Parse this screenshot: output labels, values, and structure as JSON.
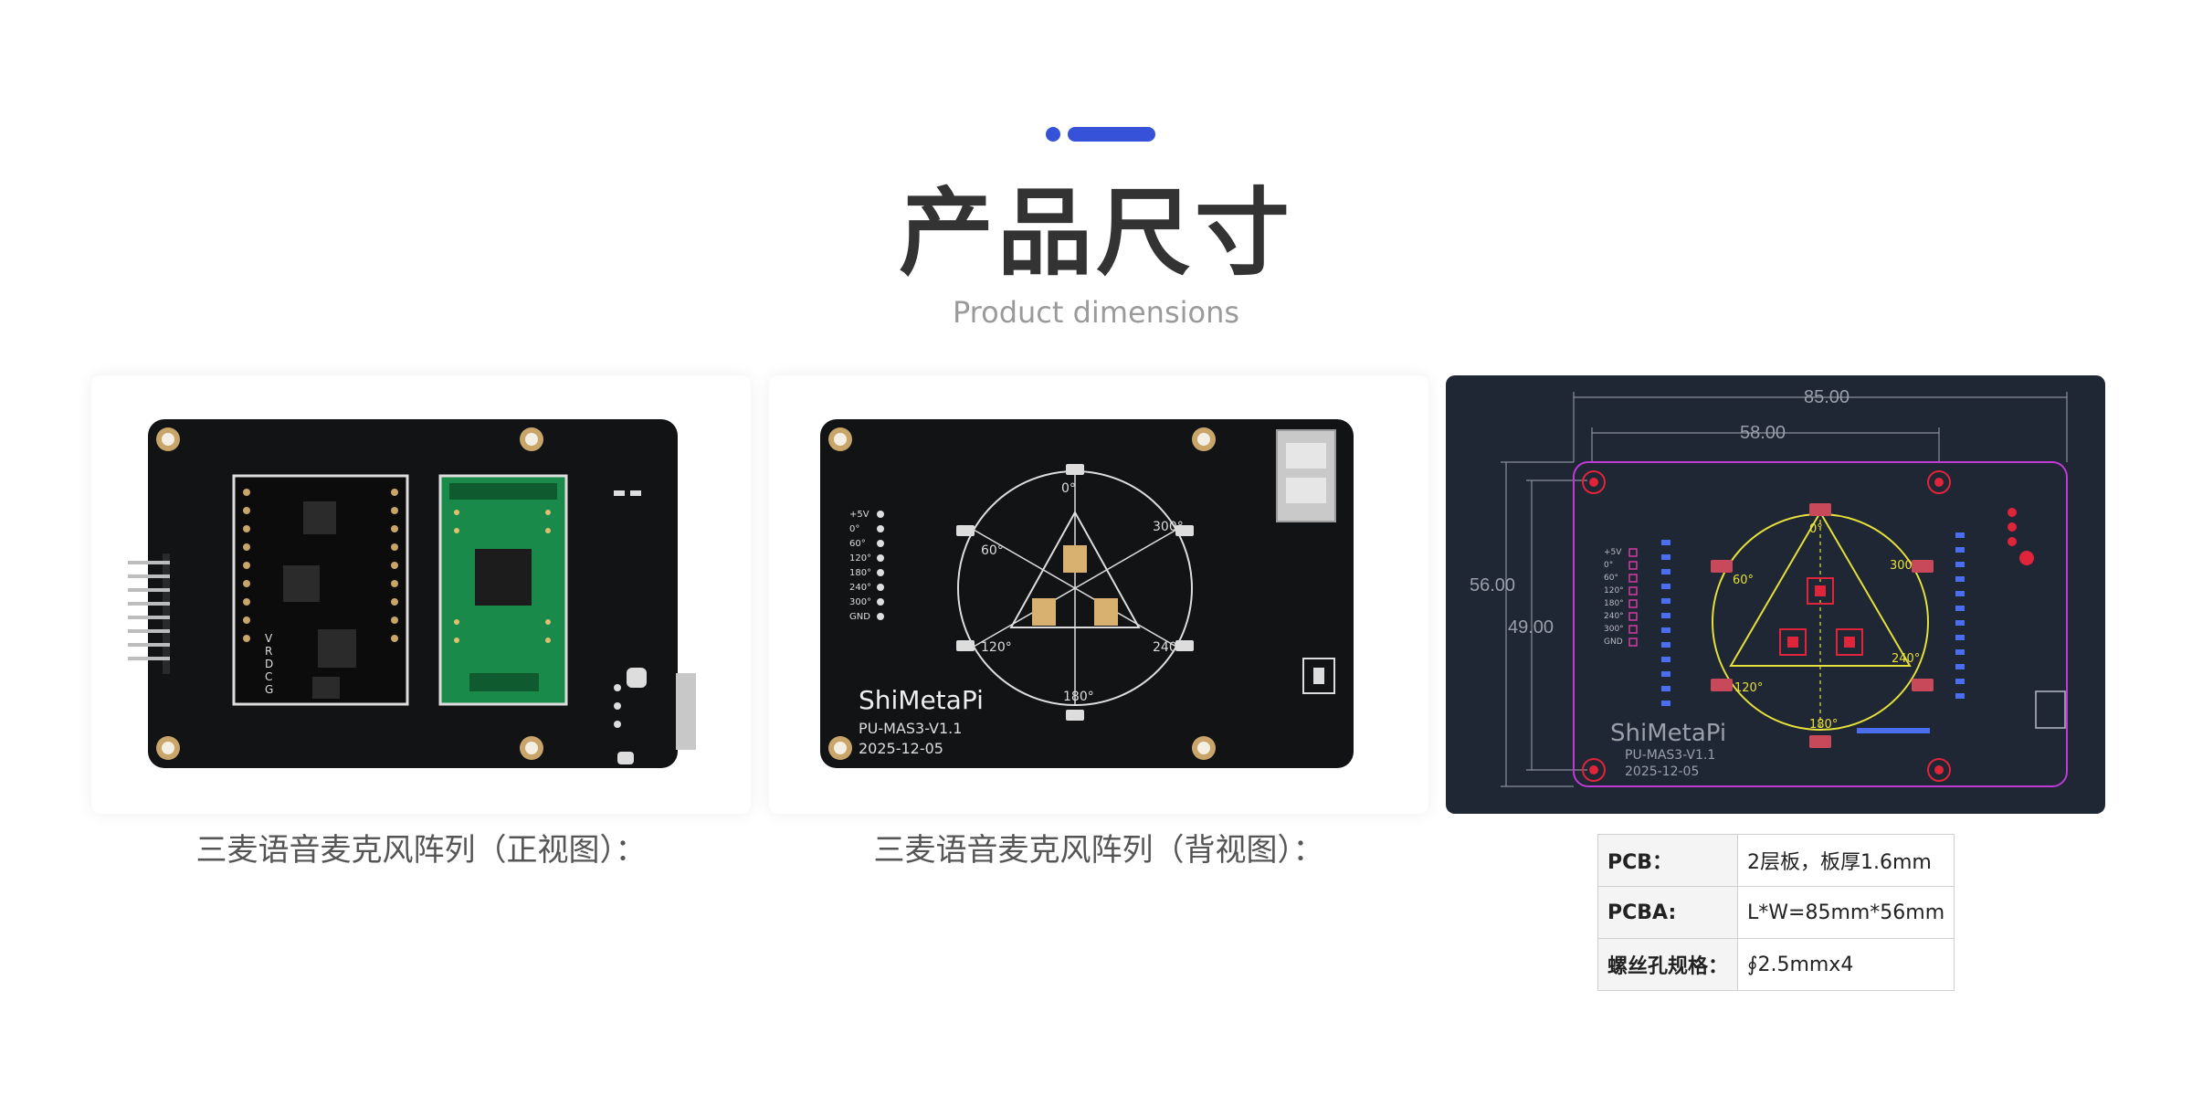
{
  "header": {
    "title": "产品尺寸",
    "subtitle": "Product dimensions",
    "accent_color": "#3652d9"
  },
  "front_view": {
    "caption": "三麦语音麦克风阵列（正视图）：",
    "board_labels": [
      "V",
      "R",
      "D",
      "C",
      "G"
    ]
  },
  "back_view": {
    "caption": "三麦语音麦克风阵列（背视图）：",
    "brand": "ShiMetaPi",
    "model": "PU-MAS3-V1.1",
    "date": "2025-12-05",
    "angles": [
      "0°",
      "60°",
      "120°",
      "180°",
      "240°",
      "300°"
    ],
    "pin_labels": [
      "+5V",
      "0°",
      "60°",
      "120°",
      "180°",
      "240°",
      "300°",
      "GND"
    ]
  },
  "dimension_drawing": {
    "dim_length": "85.00",
    "dim_hole_spacing_x": "58.00",
    "dim_width": "56.00",
    "dim_hole_spacing_y": "49.00",
    "brand": "ShiMetaPi",
    "model": "PU-MAS3-V1.1",
    "date": "2025-12-05",
    "angles": [
      "0°",
      "60°",
      "120°",
      "180°",
      "240°",
      "300°"
    ],
    "pin_labels": [
      "+5V",
      "0°",
      "60°",
      "120°",
      "180°",
      "240°",
      "300°",
      "GND"
    ]
  },
  "specs": [
    {
      "key": "PCB：",
      "value": "2层板，板厚1.6mm"
    },
    {
      "key": "PCBA:",
      "value": "L*W=85mm*56mm"
    },
    {
      "key": "螺丝孔规格：",
      "value": "∮2.5mmx4"
    }
  ]
}
